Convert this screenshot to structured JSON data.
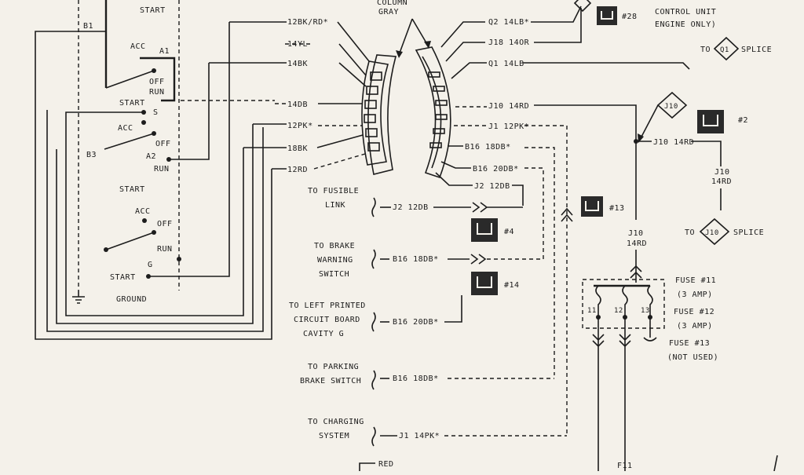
{
  "switch": {
    "start_top": "START",
    "b1": "B1",
    "a1": "A1",
    "b3": "B3",
    "a2": "A2",
    "s": "S",
    "g": "G",
    "ground": "GROUND",
    "positions": [
      {
        "acc": "ACC",
        "off": "OFF",
        "run": "RUN",
        "start": "START"
      },
      {
        "acc": "ACC",
        "off": "OFF",
        "run": "RUN",
        "start": "START"
      },
      {
        "acc": "ACC",
        "off": "OFF",
        "run": "RUN",
        "start": "START"
      }
    ]
  },
  "column": {
    "line1": "COLUMN",
    "line2": "GRAY"
  },
  "left_wires": [
    "12BK/RD*",
    "14YL",
    "14BK",
    "14DB",
    "12PK*",
    "18BK",
    "12RD"
  ],
  "right_wires": [
    "Q2 14LB*",
    "J18 14OR",
    "Q1 14LB",
    "J10 14RD",
    "J1 12PK*",
    "B16 18DB*",
    "B16 20DB*",
    "J2 12DB"
  ],
  "connectors": [
    {
      "label": "#28"
    },
    {
      "label": "#2"
    },
    {
      "label": "#13"
    },
    {
      "label": "#4"
    },
    {
      "label": "#14"
    }
  ],
  "top_right": {
    "line1": "CONTROL UNIT",
    "line2": "ENGINE ONLY)"
  },
  "splices": [
    {
      "to": "TO",
      "id": "Q1",
      "suffix": "SPLICE"
    },
    {
      "to": "TO",
      "id": "J10",
      "suffix": "SPLICE"
    }
  ],
  "j10_marker": "J10",
  "j10_side": {
    "wire": "J10 14RD",
    "v1": "J10",
    "v2": "14RD"
  },
  "j10_down": {
    "v1": "J10",
    "v2": "14RD"
  },
  "destinations": [
    {
      "line1": "TO FUSIBLE",
      "line2": "LINK",
      "wire": "J2 12DB"
    },
    {
      "line1": "TO BRAKE",
      "line2": "WARNING",
      "line3": "SWITCH",
      "wire": "B16 18DB*"
    },
    {
      "line1": "TO LEFT PRINTED",
      "line2": "CIRCUIT BOARD",
      "line3": "CAVITY  G",
      "wire": "B16 20DB*"
    },
    {
      "line1": "TO PARKING",
      "line2": "BRAKE SWITCH",
      "wire": "B16 18DB*"
    },
    {
      "line1": "TO CHARGING",
      "line2": "SYSTEM",
      "wire": "J1 14PK*"
    }
  ],
  "fuses": [
    {
      "name": "FUSE #11",
      "rating": "(3 AMP)",
      "num": "11"
    },
    {
      "name": "FUSE #12",
      "rating": "(3 AMP)",
      "num": "12"
    },
    {
      "name": "FUSE #13",
      "rating": "(NOT USED)",
      "num": "13"
    }
  ],
  "bottom": {
    "red": "RED",
    "f11": "F11"
  }
}
